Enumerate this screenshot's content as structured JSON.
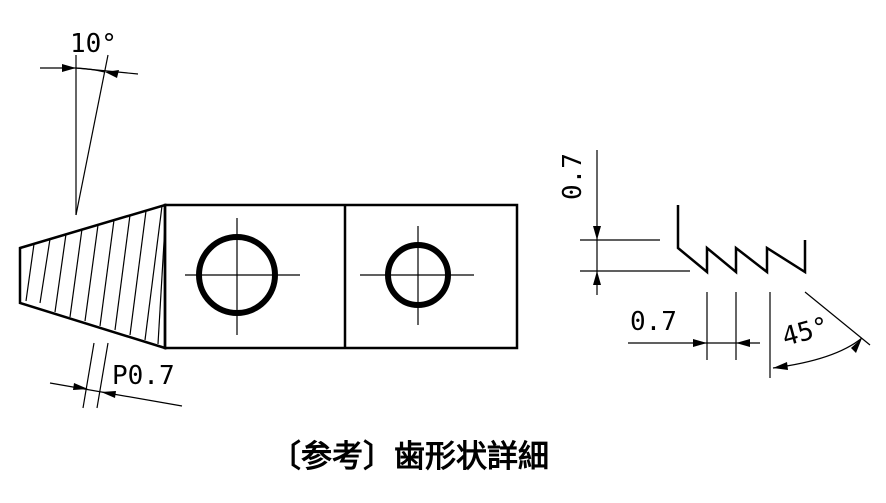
{
  "labels": {
    "angle_top": "10°",
    "pitch": "P0.7",
    "height": "0.7",
    "width": "0.7",
    "angle_right": "45°"
  },
  "caption": "〔参考〕歯形状詳細"
}
